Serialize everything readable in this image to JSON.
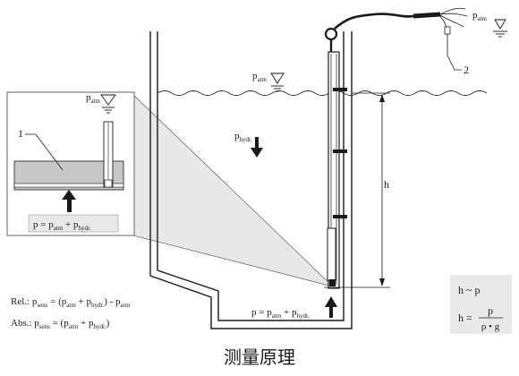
{
  "caption": "测量原理",
  "labels": {
    "callout_1": "1",
    "callout_2": "2",
    "height": "h"
  },
  "symbols": {
    "p": "p",
    "atm": "atm",
    "hydr": "hydr.",
    "sens": "sens",
    "rel_prefix": "Rel.: ",
    "abs_prefix": "Abs.: "
  },
  "formulas": {
    "h_prop_lhs": "h",
    "h_prop_op": "~",
    "h_prop_rhs": "p",
    "h_def_lhs": "h =",
    "h_def_num": "p",
    "h_def_den": "ρ • g"
  },
  "colors": {
    "line": "#1a1a1a",
    "membrane": "#c8c8c8",
    "box_fill": "#e9e9e9",
    "beam": "#e8e8e8"
  },
  "icons": [
    "water-level-triangle-icon",
    "arrow-up-icon",
    "arrow-down-icon"
  ]
}
